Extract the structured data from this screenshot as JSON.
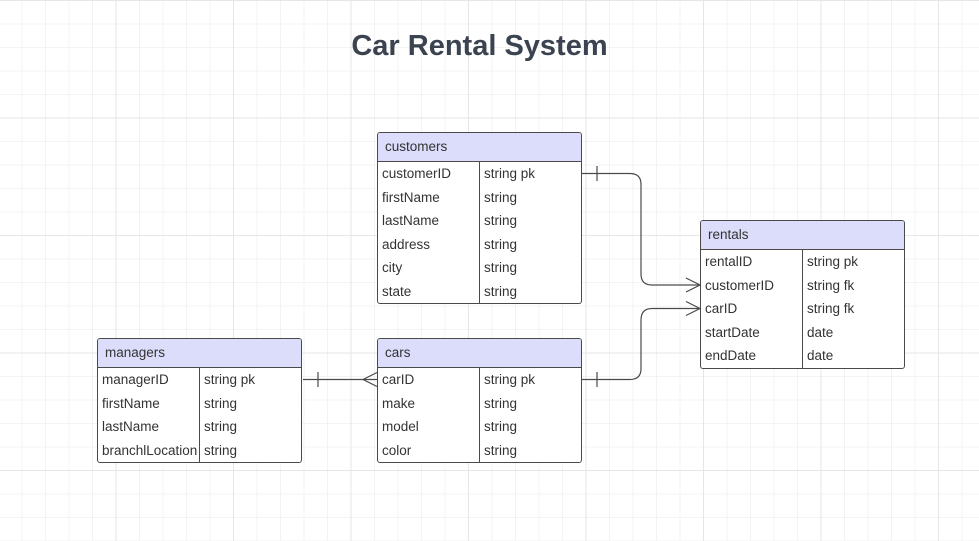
{
  "diagram": {
    "title": "Car Rental System",
    "entities": {
      "customers": {
        "name": "customers",
        "rows": [
          {
            "field": "customerID",
            "type": "string pk"
          },
          {
            "field": "firstName",
            "type": "string"
          },
          {
            "field": "lastName",
            "type": "string"
          },
          {
            "field": "address",
            "type": "string"
          },
          {
            "field": "city",
            "type": "string"
          },
          {
            "field": "state",
            "type": "string"
          }
        ]
      },
      "rentals": {
        "name": "rentals",
        "rows": [
          {
            "field": "rentalID",
            "type": "string pk"
          },
          {
            "field": "customerID",
            "type": "string fk"
          },
          {
            "field": "carID",
            "type": "string fk"
          },
          {
            "field": "startDate",
            "type": "date"
          },
          {
            "field": "endDate",
            "type": "date"
          }
        ]
      },
      "managers": {
        "name": "managers",
        "rows": [
          {
            "field": "managerID",
            "type": "string pk"
          },
          {
            "field": "firstName",
            "type": "string"
          },
          {
            "field": "lastName",
            "type": "string"
          },
          {
            "field": "branchlLocation",
            "type": "string"
          }
        ]
      },
      "cars": {
        "name": "cars",
        "rows": [
          {
            "field": "carID",
            "type": "string pk"
          },
          {
            "field": "make",
            "type": "string"
          },
          {
            "field": "model",
            "type": "string"
          },
          {
            "field": "color",
            "type": "string"
          }
        ]
      }
    },
    "relationships": [
      {
        "from": "customers.customerID",
        "to": "rentals.customerID",
        "from_end": "one",
        "to_end": "many"
      },
      {
        "from": "cars.carID",
        "to": "rentals.carID",
        "from_end": "one",
        "to_end": "many"
      },
      {
        "from": "managers.managerID",
        "to": "cars.carID",
        "from_end": "one",
        "to_end": "many"
      }
    ],
    "colors": {
      "header_fill": "#dcdcfb",
      "border": "#4a4a4a",
      "text": "#333333",
      "title": "#3b4350"
    }
  }
}
